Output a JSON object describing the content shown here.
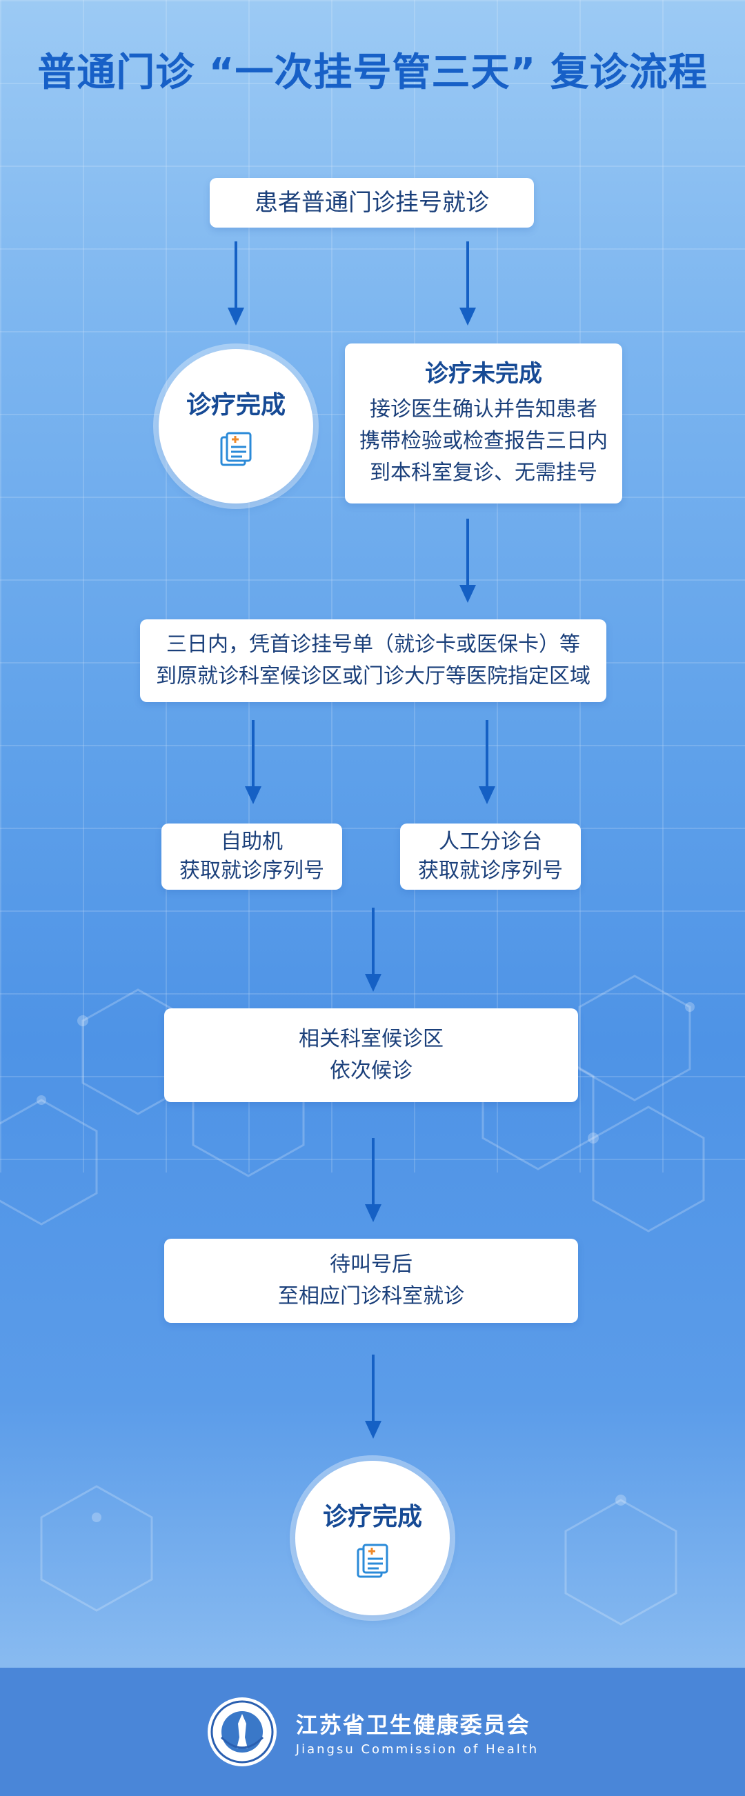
{
  "title": "普通门诊 “一次挂号管三天” 复诊流程",
  "steps": {
    "start": "患者普通门诊挂号就诊",
    "done_1": "诊疗完成",
    "incomplete_title": "诊疗未完成",
    "incomplete_lines": [
      "接诊医生确认并告知患者",
      "携带检验或检查报告三日内",
      "到本科室复诊、无需挂号"
    ],
    "within3_lines": [
      "三日内，凭首诊挂号单（就诊卡或医保卡）等",
      "到原就诊科室候诊区或门诊大厅等医院指定区域"
    ],
    "kiosk_lines": [
      "自助机",
      "获取就诊序列号"
    ],
    "desk_lines": [
      "人工分诊台",
      "获取就诊序列号"
    ],
    "wait_lines": [
      "相关科室候诊区",
      "依次候诊"
    ],
    "call_lines": [
      "待叫号后",
      "至相应门诊科室就诊"
    ],
    "done_2": "诊疗完成"
  },
  "footer": {
    "org_name": "江苏省卫生健康委员会",
    "org_en": "Jiangsu Commission of Health"
  },
  "icons": {
    "arrow": "arrow-down-icon",
    "doc": "medical-report-icon",
    "emblem": "commission-emblem-icon"
  },
  "colors": {
    "title": "#1760c7",
    "arrow": "#1560c4",
    "footer_bg": "#4a86d8",
    "box_text": "#1a3f7a"
  }
}
